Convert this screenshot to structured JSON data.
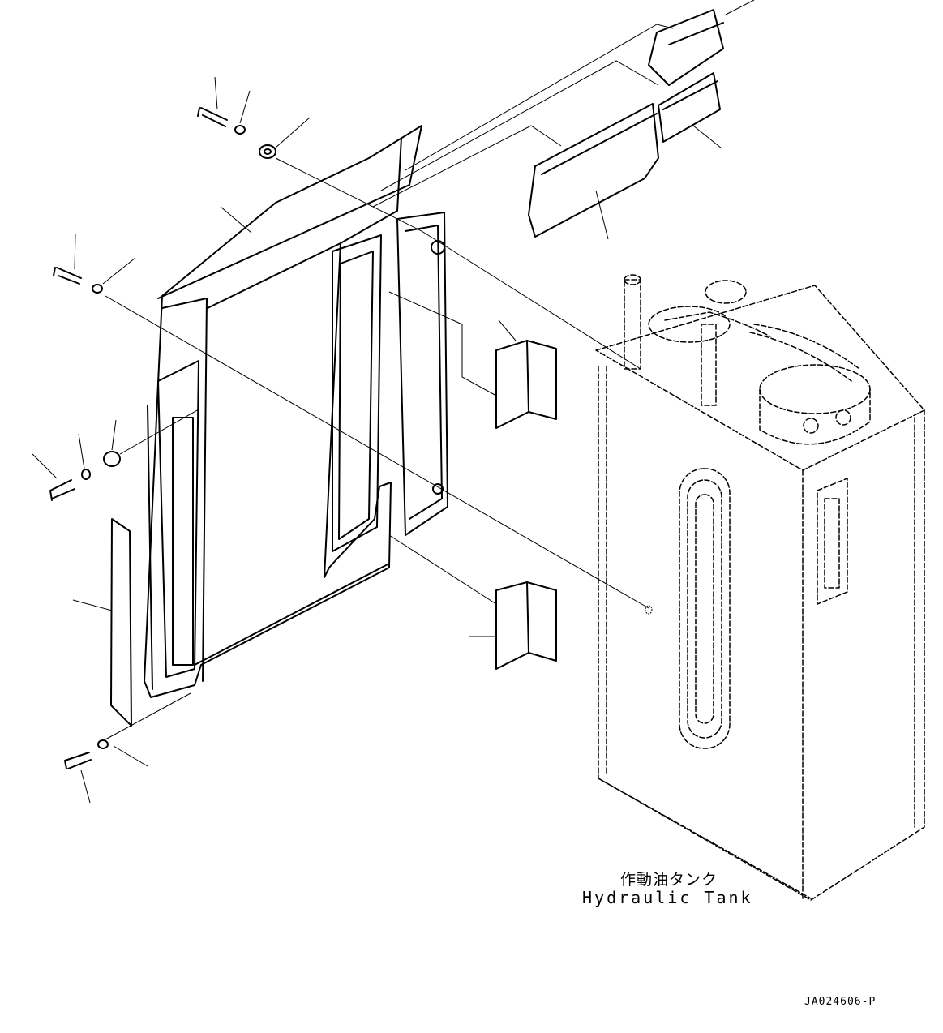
{
  "labels": {
    "tank_jp": "作動油タンク",
    "tank_en": "Hydraulic Tank",
    "drawing_code": "JA024606-P"
  }
}
